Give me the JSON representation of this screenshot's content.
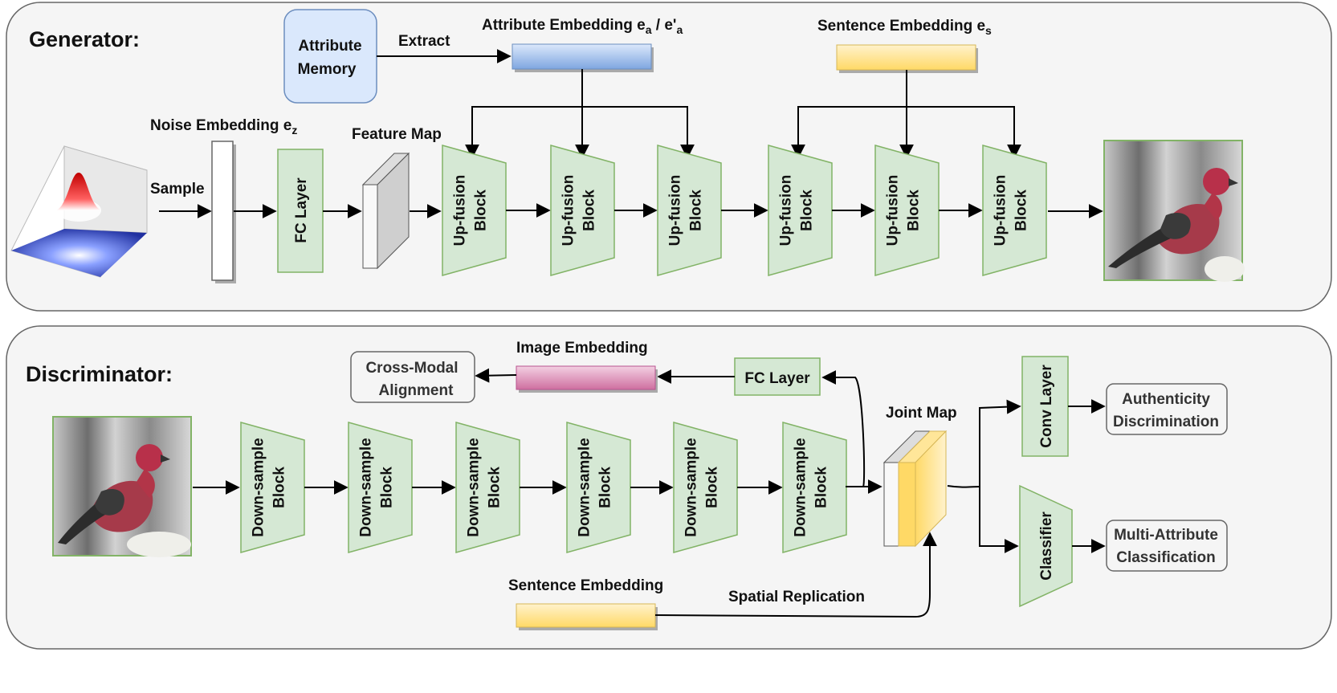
{
  "generator": {
    "title": "Generator:",
    "attribute_memory": [
      "Attribute",
      "Memory"
    ],
    "extract_label": "Extract",
    "attribute_embedding_label": {
      "main": "Attribute Embedding e",
      "sub1": "a",
      "mid": " / e'",
      "sub2": "a"
    },
    "sentence_embedding_label": {
      "main": "Sentence Embedding e",
      "sub": "s"
    },
    "noise_embedding_label": {
      "main": "Noise Embedding e",
      "sub": "z"
    },
    "feature_map_label": "Feature Map",
    "sample_label": "Sample",
    "fc_layer_label": "FC Layer",
    "upfusion_blocks": [
      [
        "Up-fusion",
        "Block"
      ],
      [
        "Up-fusion",
        "Block"
      ],
      [
        "Up-fusion",
        "Block"
      ],
      [
        "Up-fusion",
        "Block"
      ],
      [
        "Up-fusion",
        "Block"
      ],
      [
        "Up-fusion",
        "Block"
      ]
    ]
  },
  "discriminator": {
    "title": "Discriminator:",
    "cross_modal": [
      "Cross-Modal",
      "Alignment"
    ],
    "image_embedding_label": "Image Embedding",
    "fc_layer_label": "FC Layer",
    "joint_map_label": "Joint Map",
    "downsample_blocks": [
      [
        "Down-sample",
        "Block"
      ],
      [
        "Down-sample",
        "Block"
      ],
      [
        "Down-sample",
        "Block"
      ],
      [
        "Down-sample",
        "Block"
      ],
      [
        "Down-sample",
        "Block"
      ],
      [
        "Down-sample",
        "Block"
      ]
    ],
    "conv_layer_label": "Conv Layer",
    "classifier_label": "Classifier",
    "authenticity": [
      "Authenticity",
      "Discrimination"
    ],
    "multi_attribute": [
      "Multi-Attribute",
      "Classification"
    ],
    "sentence_embedding_label": "Sentence Embedding",
    "spatial_replication_label": "Spatial Replication"
  },
  "colors": {
    "green_fill": "#d5e8d4",
    "green_stroke": "#82b366",
    "blue_fill": "#dae8fc",
    "blue_stroke": "#6c8ebf",
    "yellow_fill": "#fff2cc",
    "yellow_stroke": "#d6b656",
    "pink_fill": "#e6a8c8",
    "pink_stroke": "#b85490",
    "panel_fill": "#f5f5f5",
    "panel_stroke": "#666666"
  }
}
